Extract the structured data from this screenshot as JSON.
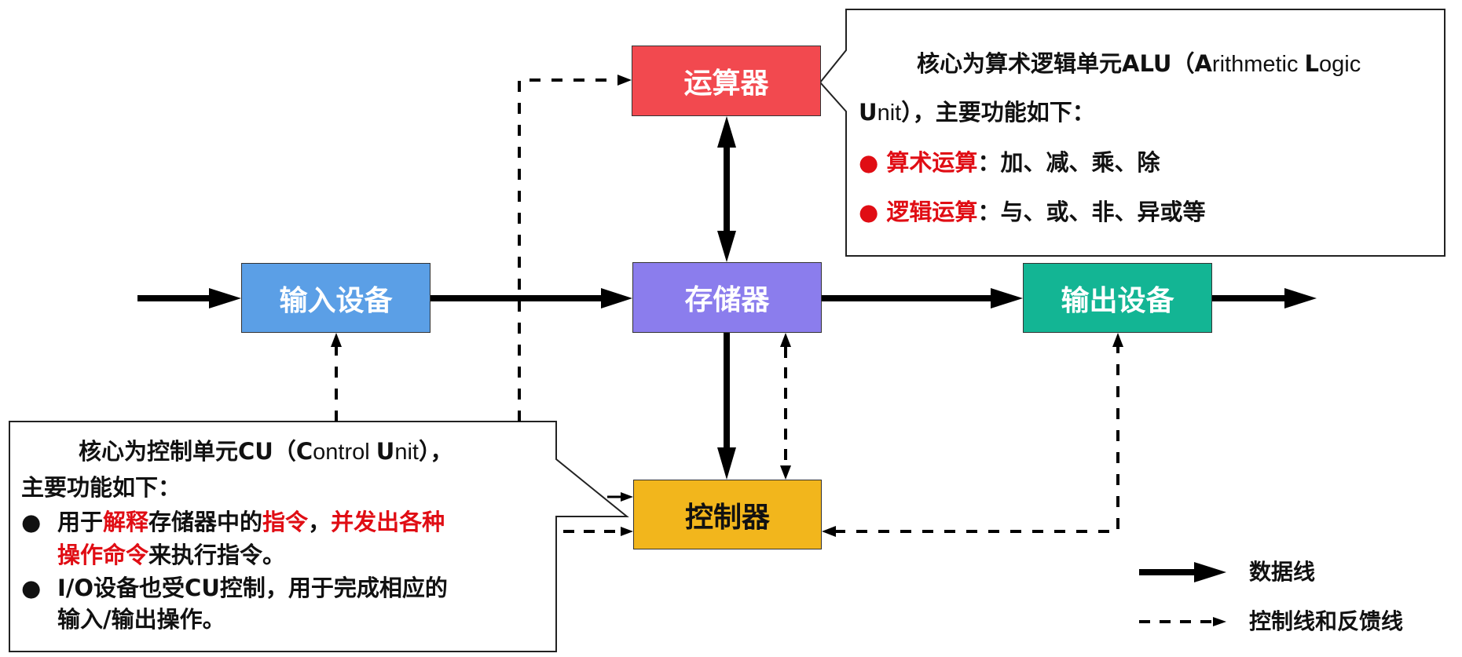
{
  "colors": {
    "alu": "#f2494f",
    "memory": "#8b7ded",
    "input": "#5b9fe6",
    "output": "#13b594",
    "controller": "#f2b61c",
    "highlight_red": "#e00d14",
    "line": "#000000"
  },
  "boxes": {
    "alu": "运算器",
    "memory": "存储器",
    "input": "输入设备",
    "output": "输出设备",
    "controller": "控制器"
  },
  "alu_callout": {
    "line1_cn": "核心为算术逻辑单元ALU（",
    "line1_en_a": "A",
    "line1_en_b": "rithmetic ",
    "line1_en_c": "L",
    "line1_en_d": "ogic",
    "line2_en_a": "U",
    "line2_en_b": "nit",
    "line2_cn": "），主要功能如下：",
    "items": [
      {
        "label": "算术运算",
        "text": "：加、减、乘、除"
      },
      {
        "label": "逻辑运算",
        "text": "：与、或、非、异或等"
      }
    ]
  },
  "cu_callout": {
    "line1_cn": "核心为控制单元CU（",
    "line1_en_a": "C",
    "line1_en_b": "ontrol ",
    "line1_en_c": "U",
    "line1_en_d": "nit",
    "line1_end": "），",
    "line2": "主要功能如下：",
    "item1": {
      "p1": "用于",
      "p2": "解释",
      "p3": "存储器中的",
      "p4": "指令",
      "p5": "，",
      "p6": "并发出各种",
      "p7": "操作命令",
      "p8": "来执行指令。"
    },
    "item2": {
      "line1": "I/O设备也受CU控制，用于完成相应的",
      "line2": "输入/输出操作。"
    }
  },
  "legend": {
    "data_line": "数据线",
    "control_line": "控制线和反馈线"
  }
}
